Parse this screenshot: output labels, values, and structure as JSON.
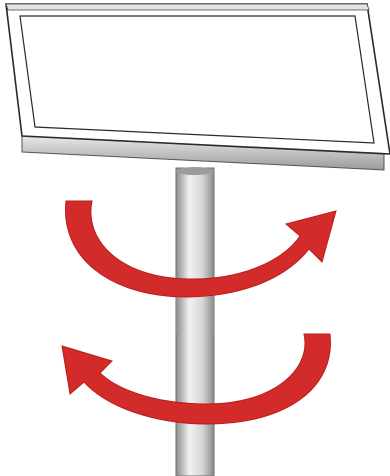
{
  "colors": {
    "arrow": "#d32a2a",
    "arrow_edge": "#b81e1e",
    "panel_fill": "#ffffff",
    "panel_stroke": "#2a2a2a",
    "pole_light": "#f2f2f2",
    "pole_mid": "#d6d6d6",
    "pole_dark": "#8a8a8a",
    "base_shadow": "#b5b5b5"
  },
  "diagram": {
    "elements": [
      {
        "name": "solar-panel",
        "kind": "tilted rectangular panel with double frame"
      },
      {
        "name": "pole",
        "kind": "vertical cylindrical post"
      },
      {
        "name": "rotation-arrow-top",
        "kind": "curved arrow, rotating clockwise to the right"
      },
      {
        "name": "rotation-arrow-bottom",
        "kind": "curved arrow, rotating counter-clockwise to the left"
      }
    ]
  }
}
